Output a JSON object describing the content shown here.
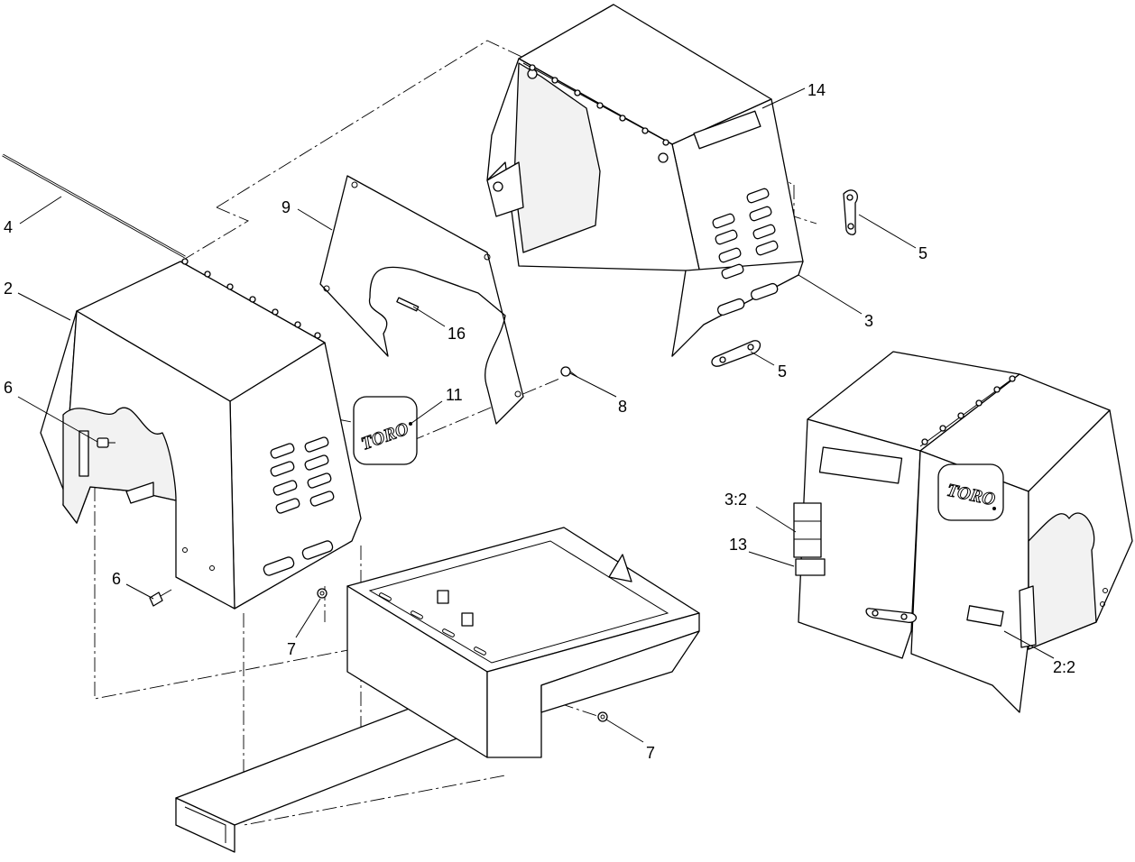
{
  "callouts": {
    "c2": "2",
    "c3": "3",
    "c4": "4",
    "c5a": "5",
    "c5b": "5",
    "c6a": "6",
    "c6b": "6",
    "c7a": "7",
    "c7b": "7",
    "c8": "8",
    "c9": "9",
    "c11": "11",
    "c13": "13",
    "c14": "14",
    "c16": "16",
    "c3_2": "3:2",
    "c2_2": "2:2"
  },
  "logos": {
    "left_cover": "TORO",
    "assembled_cover": "TORO"
  },
  "icons": [
    "toro-logo-decal",
    "hinge-pin",
    "latch-link",
    "bolt",
    "nut"
  ]
}
